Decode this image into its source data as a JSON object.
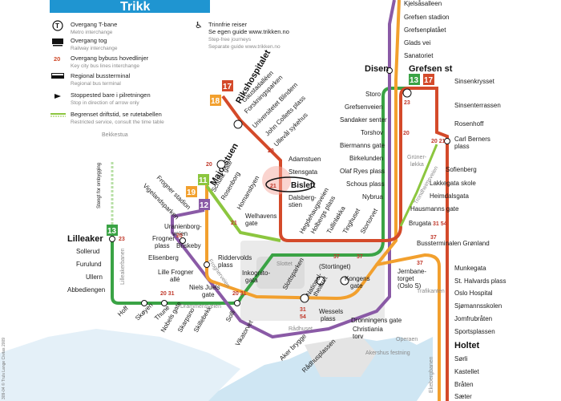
{
  "header": {
    "title": "Trikk"
  },
  "legend": [
    {
      "main": "Overgang T-bane",
      "sub": "Metro interchange",
      "icon": "metro-icon"
    },
    {
      "main": "Overgang tog",
      "sub": "Railway interchange",
      "icon": "train-icon"
    },
    {
      "main": "Overgang bybuss hovedlinjer",
      "sub": "Key city bus lines interchange",
      "icon": "bus-number-icon",
      "code": "20"
    },
    {
      "main": "Regional bussterminal",
      "sub": "Regional bus terminal",
      "icon": "bus-icon"
    },
    {
      "main": "Stoppested bare i pilretningen",
      "sub": "Stop in direction of arrow only",
      "icon": "arrow-icon"
    },
    {
      "main": "Begrenset driftstid, se rutetabellen",
      "sub": "Restricted service, consult the time table",
      "icon": "restricted-line-icon"
    }
  ],
  "accessibility": {
    "main1": "Trinnfrie reiser",
    "main2": "Se egen guide www.trikken.no",
    "sub1": "Step-free journeys",
    "sub2": "Separate guide www.trikken.no"
  },
  "line_badges": {
    "riks_18": "18",
    "riks_17": "17",
    "maj_19": "19",
    "maj_11": "11",
    "maj_12": "12",
    "grefsen_13": "13",
    "grefsen_17": "17",
    "lilleaker_13": "13",
    "riks_name": "Rikshospitalet",
    "maj_name": "Majorstuen"
  },
  "colors": {
    "green": "#3aa345",
    "purple": "#8a5aa6",
    "orange": "#f2a02e",
    "red": "#d44a2a",
    "lime": "#8cc63f",
    "header": "#1f95d1"
  },
  "stations": {
    "kjelsaasalleen": "Kjelsåsalleen",
    "grefsen_stadion": "Grefsen stadion",
    "grefsenplataet": "Grefsenplatået",
    "glads_vei": "Glads vei",
    "sanatoriet": "Sanatoriet",
    "disen": "Disen",
    "grefsen_st": "Grefsen st",
    "sinsenkrysset": "Sinsenkrysset",
    "storo": "Storo",
    "grefsenveien": "Grefsenveien",
    "sandaker_senter": "Sandaker senter",
    "torshov": "Torshov",
    "biermanns_gate": "Biermanns gate",
    "birkelunden": "Birkelunden",
    "olaf_ryes_plass": "Olaf Ryes plass",
    "schous_plass": "Schous plass",
    "nybrua": "Nybrua",
    "brugata": "Brugata",
    "sinsenterrassen": "Sinsenterrassen",
    "rosenhoff": "Rosenhoff",
    "carl_berners_1": "Carl Berners",
    "carl_berners_2": "plass",
    "sofienberg": "Sofienberg",
    "lakkegata_skole": "Lakkegata skole",
    "heimdalsgata": "Heimdalsgata",
    "hausmanns_gate": "Hausmanns gate",
    "bussterminalen": "Bussterminalen Grønland",
    "munkegata": "Munkegata",
    "st_halvards": "St. Halvards plass",
    "oslo_hospital": "Oslo Hospital",
    "sjomannsskolen": "Sjømannsskolen",
    "jomfrubraten": "Jomfrubråten",
    "sportsplassen": "Sportsplassen",
    "holtet": "Holtet",
    "sorli": "Sørli",
    "kastellet": "Kastellet",
    "braten": "Bråten",
    "saeter": "Sæter",
    "gaustadalleen": "Gaustadalléen",
    "forskningsparken": "Forskningsparken",
    "universitetet": "Universitetet Blindern",
    "john_colletts": "John Colletts plass",
    "ulleval_sykehus": "Ullevål sykehus",
    "adamstuen": "Adamstuen",
    "stensgata": "Stensgata",
    "bislett": "Bislett",
    "dalsbergstien_1": "Dalsberg-",
    "dalsbergstien_2": "stien",
    "frogner_stadion": "Frogner stadion",
    "vigelandsparken": "Vigelandsparken",
    "schultz_gate": "Schultz gate",
    "rosenborg": "Rosenborg",
    "homansbyen": "Homansbyen",
    "welhavens_1": "Welhavens",
    "welhavens_2": "gate",
    "uranienborg_1": "Uranienborg-",
    "uranienborg_2": "veien",
    "briskeby": "Briskeby",
    "frogner_plass_1": "Frogner",
    "frogner_plass_2": "plass",
    "elisenberg": "Elisenberg",
    "lille_frogner_1": "Lille Frogner",
    "lille_frogner_2": "allé",
    "niels_juels_1": "Niels Juels",
    "niels_juels_2": "gate",
    "riddervolds_1": "Riddervolds",
    "riddervolds_2": "plass",
    "inkognito_1": "Inkognito-",
    "inkognito_2": "gata",
    "lilleaker": "Lilleaker",
    "sollerud": "Sollerud",
    "furulund": "Furulund",
    "ullern": "Ullern",
    "abbediengen": "Abbediengen",
    "hoff": "Hoff",
    "skoyen": "Skøyen",
    "thune": "Thune",
    "nobels_gate": "Nobels gate",
    "skarpsno": "Skarpsno",
    "skillebekk": "Skillebekk",
    "solli": "Solli",
    "vikatorvet": "Vikatorvet",
    "holbergs_plass": "Holbergs plass",
    "tullinlokka": "Tullinløkka",
    "tinghuset": "Tinghuset",
    "stortorvet": "Stortorvet",
    "hegdehaugsveien": "Hegdehaugsveien",
    "stortinget": "(Stortinget)",
    "slottsparken": "Slottsparken",
    "nationaltheatret_1": "National-",
    "nationaltheatret_2": "theatret",
    "kongens_1": "Kongens",
    "kongens_2": "gate",
    "wessels_1": "Wessels",
    "wessels_2": "plass",
    "christiania_1": "Christiania",
    "christiania_2": "torv",
    "dronningens": "Dronningens gate",
    "aker_brygge": "Aker brygge",
    "radhusplassen": "Rådhusplassen",
    "jernbanetorget_1": "Jernbane-",
    "jernbanetorget_2": "torget",
    "jernbanetorget_3": "(Oslo S)"
  },
  "areas": {
    "bekkestua": "Bekkestua",
    "stengt": "Stengt for ombygging",
    "lilleakerbanen": "Lilleakerbanen",
    "drammensveien": "Drammensveien",
    "frognerveien": "Frognerveien",
    "slottet": "Slottet",
    "radhuset": "Rådhuset",
    "operaen": "Operaen",
    "akershus": "Akershus festning",
    "ekebergbanen": "Ekebergbanen",
    "trondheimsveien": "Trondheimsveien",
    "grunerlokka_1": "Grüner-",
    "grunerlokka_2": "løkka",
    "trafikanten": "Trafikanten"
  },
  "bus_codes": {
    "c23_storo": "23",
    "c20_torshov": "20",
    "c2021": "20 21",
    "c3154": "31 54",
    "c37_gronland": "37",
    "c37_tinghuset": "37",
    "c20_majorstuen": "20",
    "c21_homansbyen": "21",
    "c20_frogner": "20",
    "c2031_thune": "20 31",
    "c2031_riddervolds": "20 31",
    "c20_adamstuen": "20",
    "c21_bislett": "21",
    "c23_lilleaker": "23",
    "c31_wessels": "31",
    "c54_wessels": "54",
    "c37_jernbane": "37",
    "c37_stortorvet": "37"
  },
  "copyright": "309-04 © Truls Lange Civitas 2009"
}
